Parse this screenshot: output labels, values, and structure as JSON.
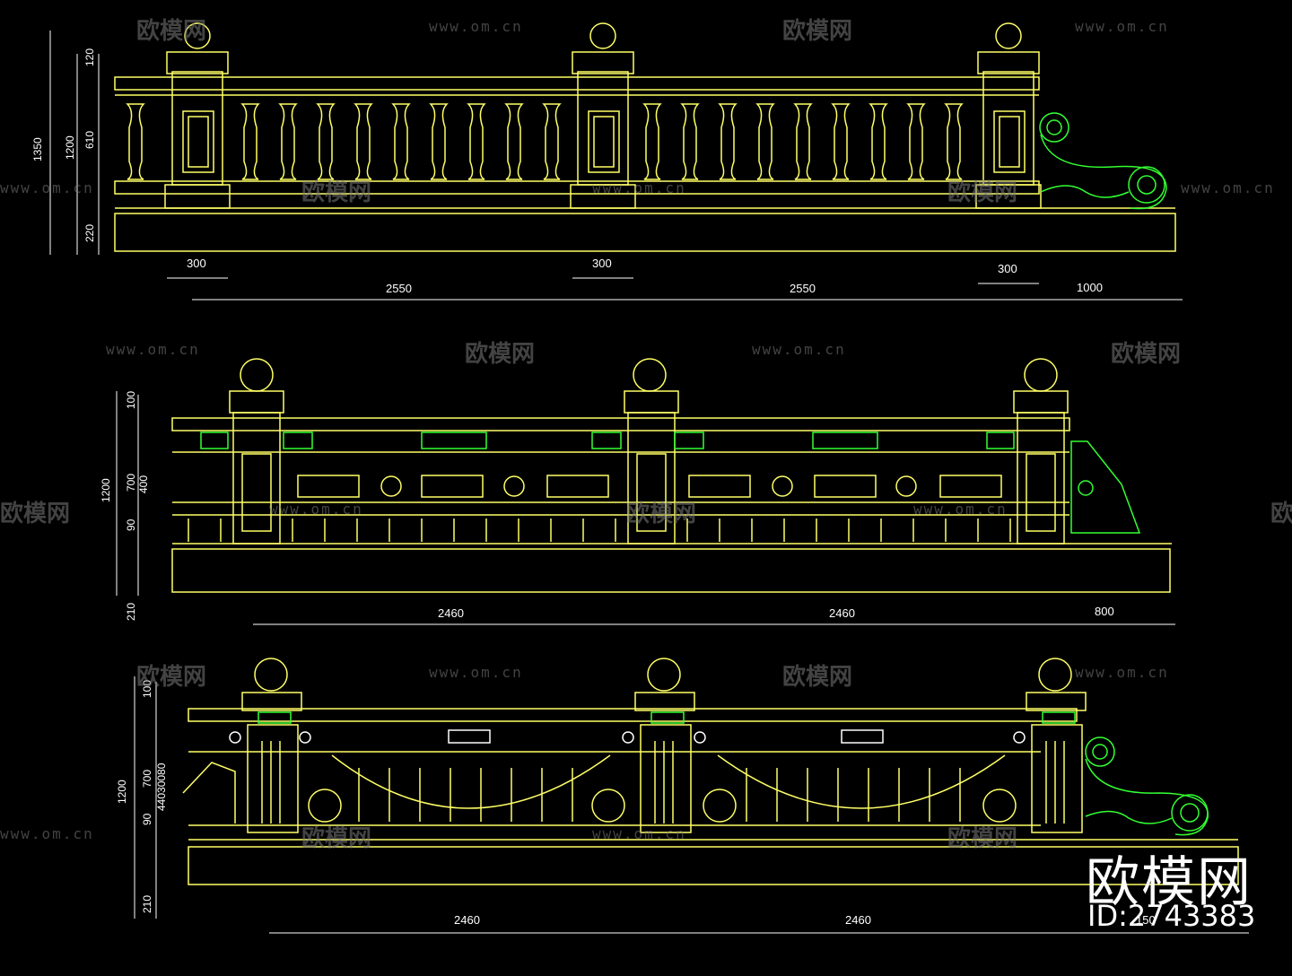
{
  "watermarks": {
    "brand_cn": "欧模网",
    "url": "www.om.cn"
  },
  "brand": {
    "logo_text": "欧模网",
    "id_text": "ID:2743383"
  },
  "elevation_1": {
    "vertical_dims": [
      "1350",
      "1200",
      "120",
      "610",
      "220"
    ],
    "post_width": [
      "300",
      "300",
      "300"
    ],
    "spans": [
      "2550",
      "2550",
      "1000"
    ]
  },
  "elevation_2": {
    "vertical_dims": [
      "1200",
      "100",
      "700",
      "400",
      "90",
      "210"
    ],
    "spans": [
      "2460",
      "2460",
      "800"
    ]
  },
  "elevation_3": {
    "vertical_dims": [
      "1200",
      "100",
      "700",
      "44030080",
      "90",
      "210"
    ],
    "spans": [
      "2460",
      "2460",
      "150"
    ]
  },
  "colors": {
    "background": "#000000",
    "line": "#ffff66",
    "ornament": "#33ff33",
    "dimension": "#ffffff",
    "watermark": "#7a7a7a"
  }
}
